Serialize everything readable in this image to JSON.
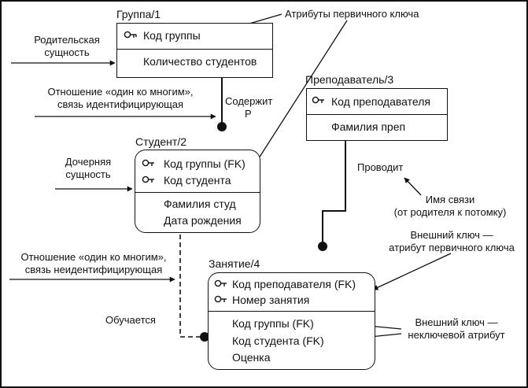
{
  "entities": {
    "group": {
      "title": "Группа/1",
      "pk": [
        "Код группы"
      ],
      "attrs": [
        "Количество студентов"
      ]
    },
    "student": {
      "title": "Студент/2",
      "pk": [
        "Код группы (FK)",
        "Код студента"
      ],
      "attrs": [
        "Фамилия студ",
        "Дата рождения"
      ]
    },
    "teacher": {
      "title": "Преподаватель/3",
      "pk": [
        "Код преподавателя"
      ],
      "attrs": [
        "Фамилия преп"
      ]
    },
    "lesson": {
      "title": "Занятие/4",
      "pk": [
        "Код преподавателя (FK)",
        "Номер занятия"
      ],
      "attrs": [
        "Код группы (FK)",
        "Код студента (FK)",
        "Оценка"
      ]
    }
  },
  "relationships": {
    "contains": {
      "label_line1": "Содержит",
      "label_line2": "Р"
    },
    "conducts": {
      "label": "Проводит"
    },
    "studies": {
      "label": "Обучается"
    }
  },
  "annotations": {
    "pk_attrs": "Атрибуты первичного ключа",
    "parent_line1": "Родительская",
    "parent_line2": "сущность",
    "identifying_line1": "Отношение «один ко многим»,",
    "identifying_line2": "связь идентифицирующая",
    "child_line1": "Дочерняя",
    "child_line2": "сущность",
    "nonidentifying_line1": "Отношение «один ко многим»,",
    "nonidentifying_line2": "связь неидентифицирующая",
    "relname_line1": "Имя связи",
    "relname_line2": "(от родителя к потомку)",
    "fk_pk_line1": "Внешний ключ —",
    "fk_pk_line2": "атрибут первичного ключа",
    "fk_nonkey_line1": "Внешний ключ —",
    "fk_nonkey_line2": "неключевой атрибут"
  },
  "icons": [
    "key-icon",
    "foreign-key-icon",
    "cardinality-dot-icon",
    "arrow-icon"
  ],
  "colors": {
    "ink": "#111111",
    "background": "#ffffff"
  }
}
